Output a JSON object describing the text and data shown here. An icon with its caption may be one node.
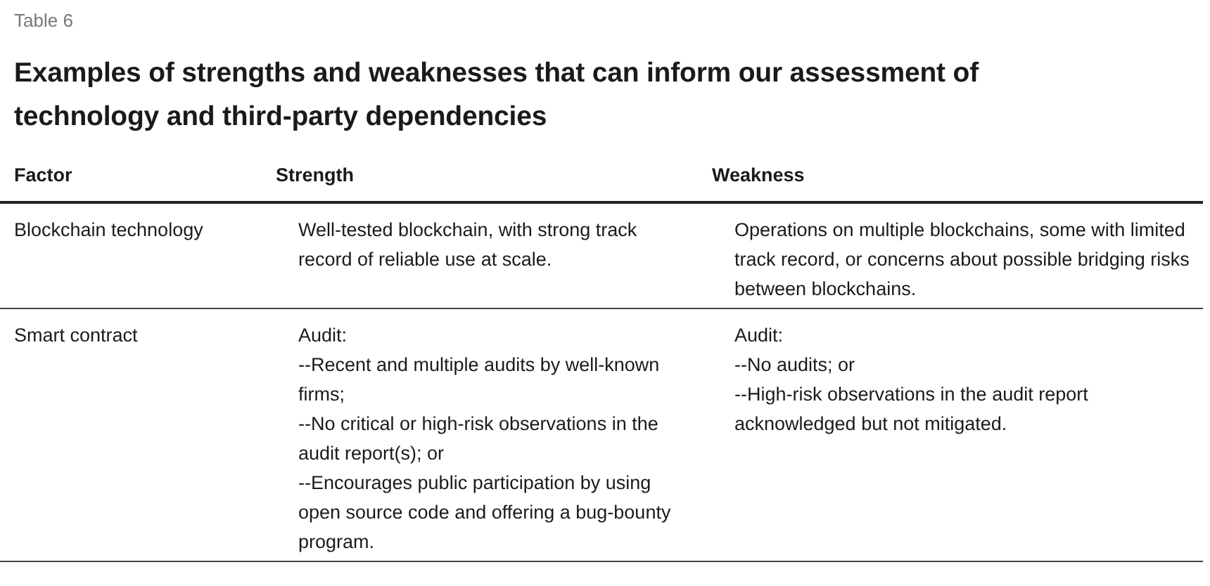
{
  "diagram": {
    "title": "Examples of strengths and weaknesses that can inform our assessment of technology and third-party dependencies",
    "labels": [
      "Table 6",
      "Factor",
      "Strength",
      "Weakness",
      "Blockchain technology",
      "Well-tested blockchain, with strong track record of reliable use at scale.",
      "Operations on multiple blockchains, some with limited track record, or concerns about possible bridging risks between blockchains.",
      "Smart contract",
      "Audit:",
      "--Recent and multiple audits by well-known firms;",
      "--No critical or high-risk observations in the audit report(s); or",
      "--Encourages public participation by using open source code and offering a bug-bounty program.",
      "Audit:",
      "--No audits; or",
      "--High-risk observations in the audit report acknowledged but not mitigated."
    ]
  }
}
